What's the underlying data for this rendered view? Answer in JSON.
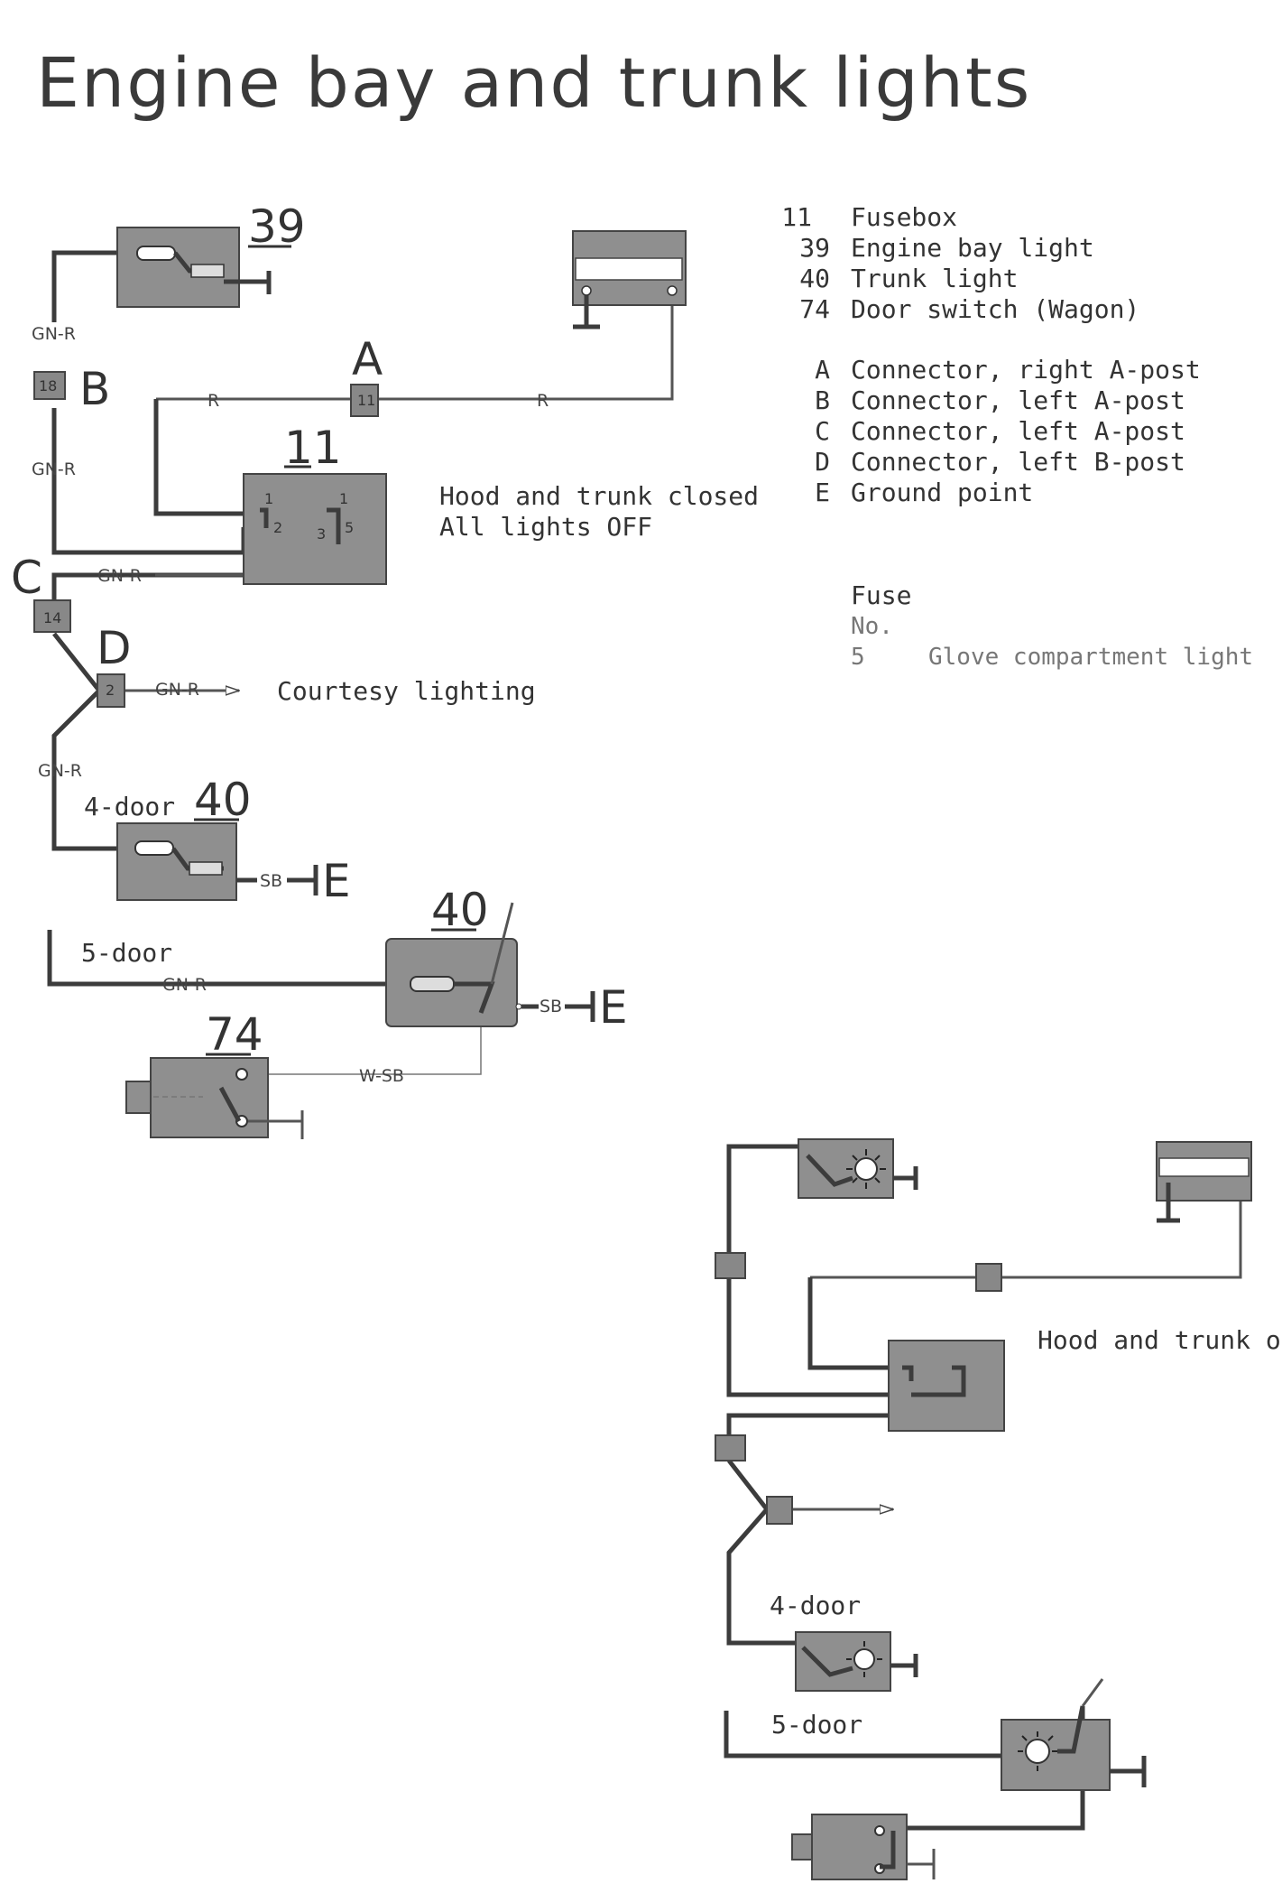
{
  "title": "Engine bay and trunk lights",
  "legend": {
    "items": [
      {
        "code": "11",
        "desc": "Fusebox"
      },
      {
        "code": "39",
        "desc": "Engine bay light"
      },
      {
        "code": "40",
        "desc": "Trunk light"
      },
      {
        "code": "74",
        "desc": "Door switch (Wagon)"
      }
    ],
    "connectors": [
      {
        "code": "A",
        "desc": "Connector, right A-post"
      },
      {
        "code": "B",
        "desc": "Connector, left A-post"
      },
      {
        "code": "C",
        "desc": "Connector, left A-post"
      },
      {
        "code": "D",
        "desc": "Connector, left B-post"
      },
      {
        "code": "E",
        "desc": "Ground point"
      }
    ],
    "fuse_header": "Fuse",
    "fuse_col_no": "No.",
    "fuses": [
      {
        "no": "5",
        "desc": "Glove compartment light"
      }
    ]
  },
  "diagram_closed": {
    "state_line1": "Hood and trunk closed",
    "state_line2": "All lights OFF",
    "comp_39": "39",
    "comp_11": "11",
    "comp_40_4door": "40",
    "comp_40_5door": "40",
    "comp_74": "74",
    "conn_A": "A",
    "conn_B": "B",
    "conn_C": "C",
    "conn_D": "D",
    "conn_A_num": "11",
    "conn_B_num": "18",
    "conn_C_num": "14",
    "conn_D_num": "2",
    "fuse_pin_1a": "1",
    "fuse_pin_2": "2",
    "fuse_pin_1b": "1",
    "fuse_pin_3": "3",
    "fuse_pin_5": "5",
    "wire_gnr_1": "GN-R",
    "wire_gnr_2": "GN-R",
    "wire_gnr_3": "GN-R",
    "wire_gnr_4": "GN-R",
    "wire_gnr_5": "GN-R",
    "wire_gnr_6": "GN-R",
    "wire_r_1": "R",
    "wire_r_2": "R",
    "wire_sb_1": "SB",
    "wire_sb_2": "SB",
    "wire_wsb": "W-SB",
    "ground_E1": "E",
    "ground_E2": "E",
    "courtesy": "Courtesy lighting",
    "label_4door": "4-door",
    "label_5door": "5-door"
  },
  "diagram_open": {
    "state": "Hood and trunk open",
    "label_4door": "4-door",
    "label_5door": "5-door"
  }
}
